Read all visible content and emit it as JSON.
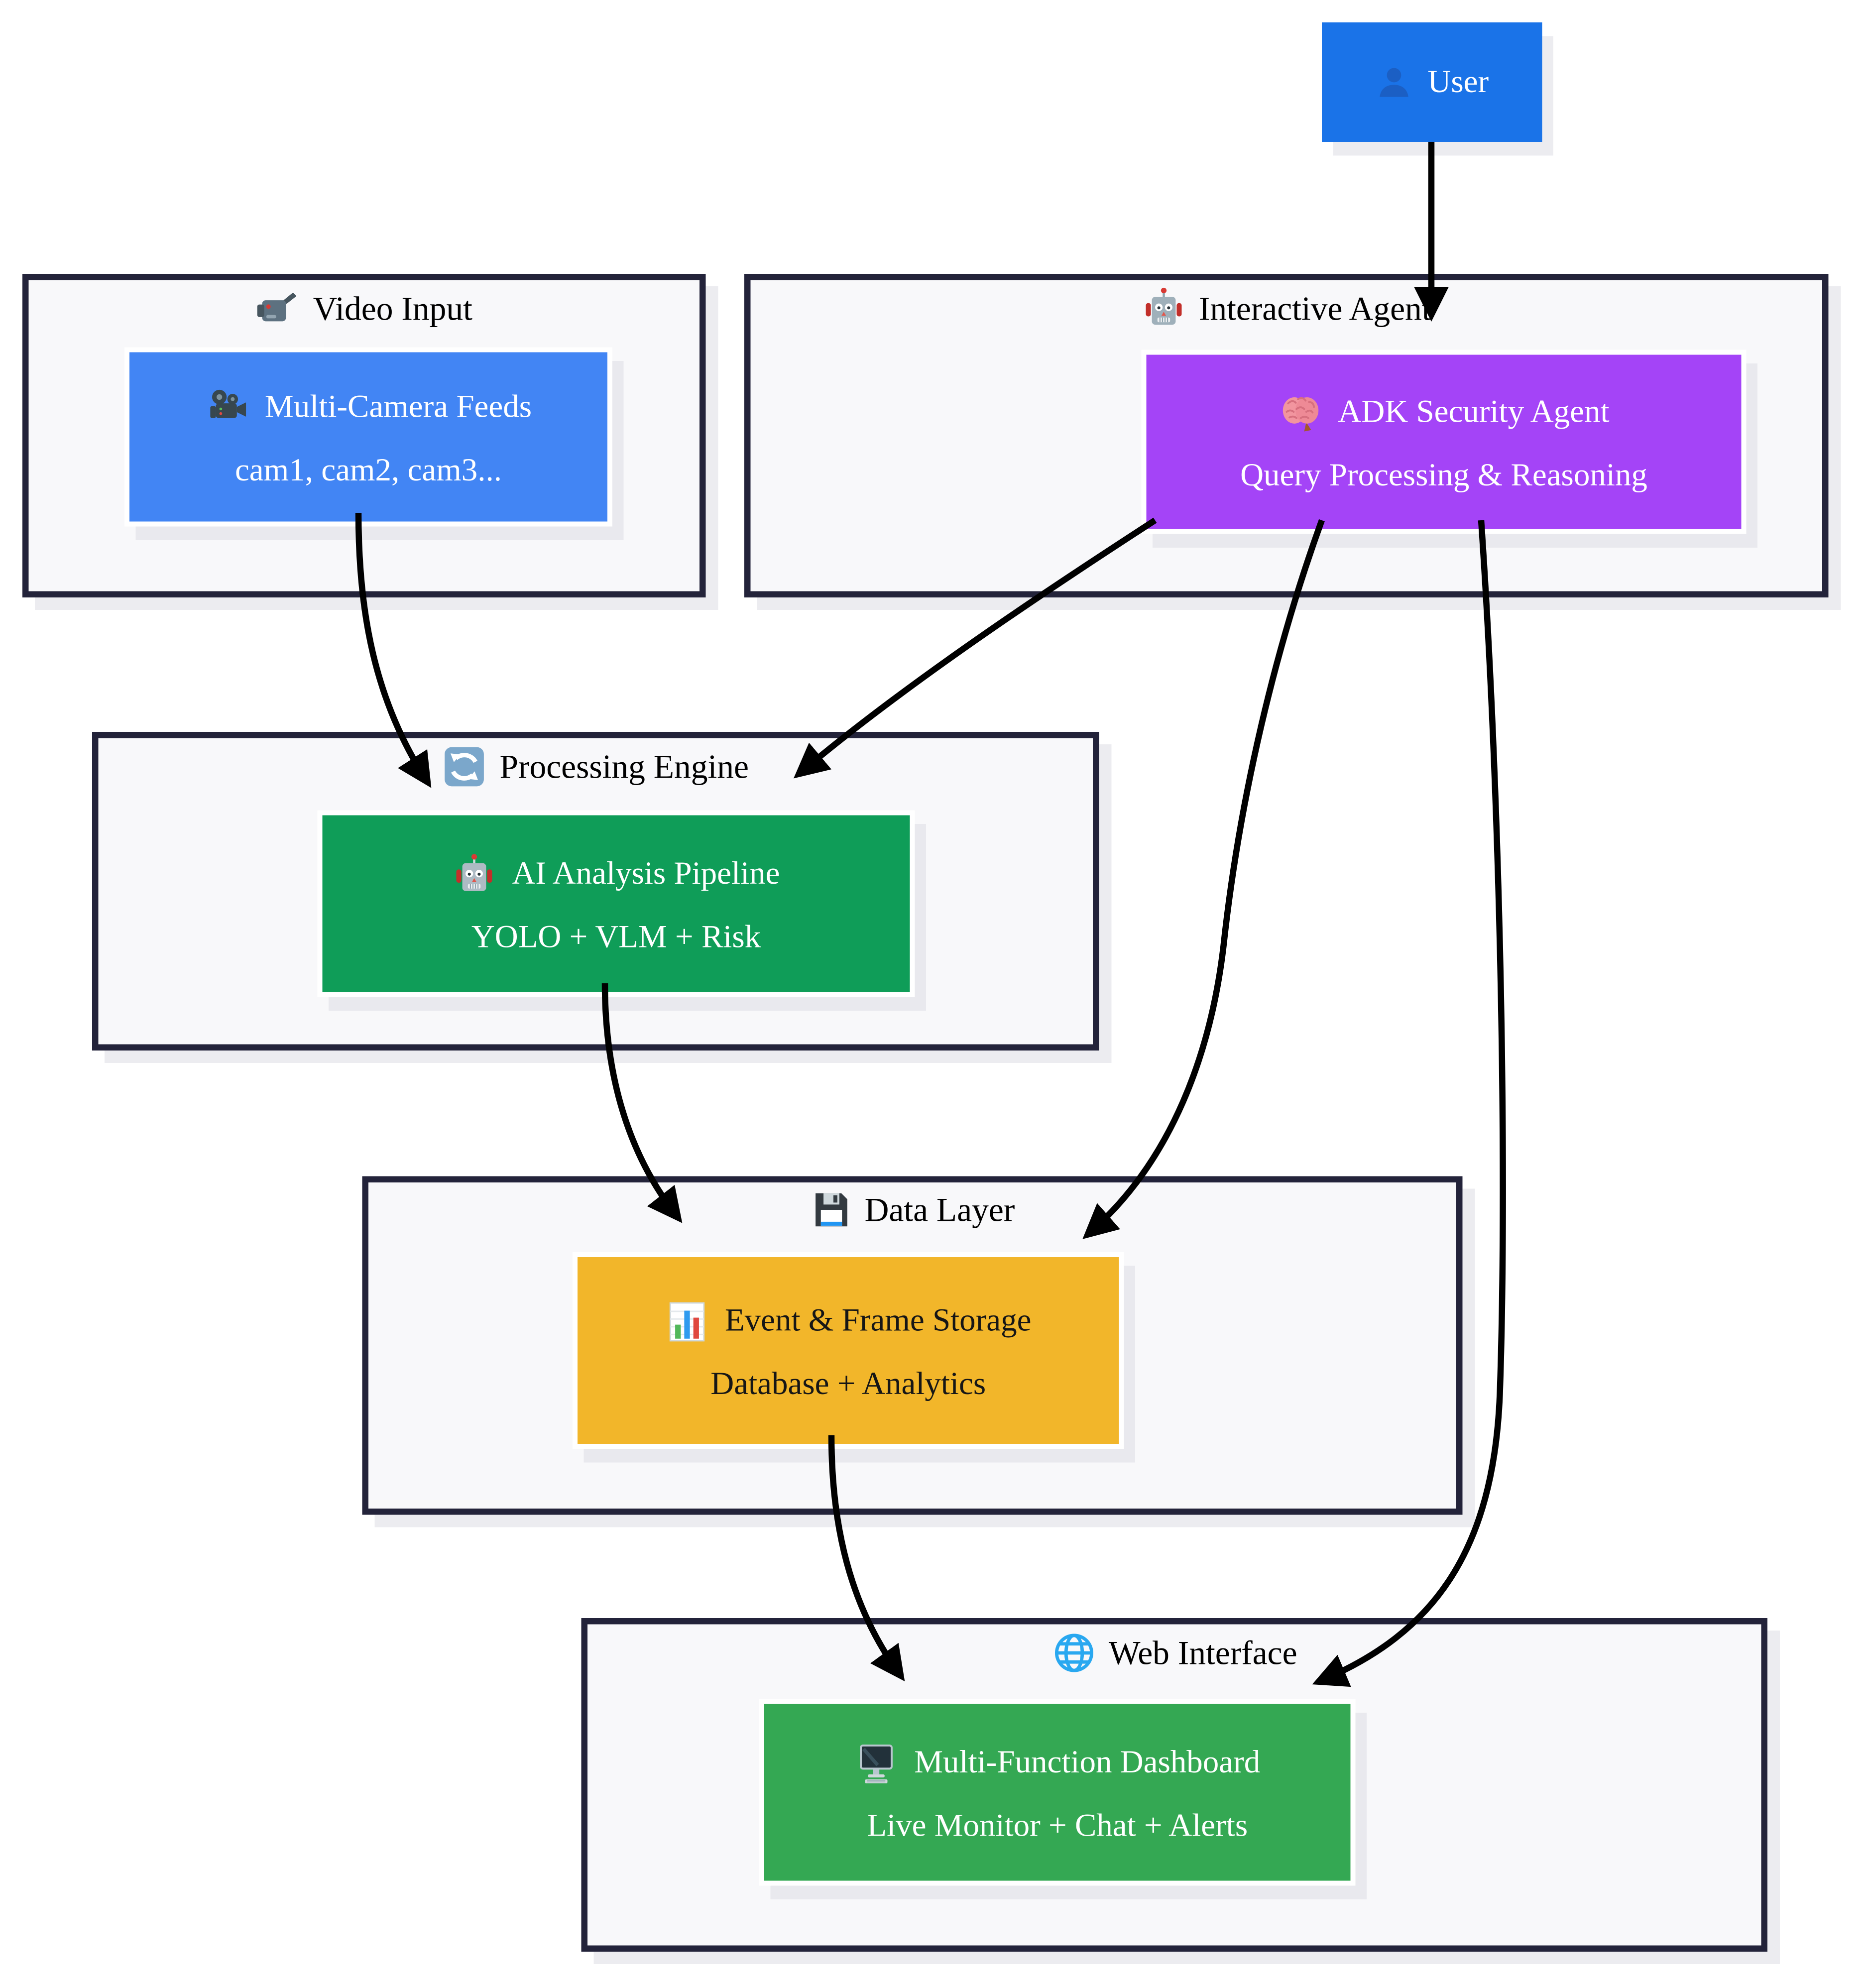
{
  "diagram": {
    "type": "flowchart",
    "direction": "top-down",
    "containers": {
      "video_input": {
        "title": "Video Input",
        "icon": "video-camera-icon"
      },
      "interactive_agent": {
        "title": "Interactive Agent",
        "icon": "robot-icon"
      },
      "processing_engine": {
        "title": "Processing Engine",
        "icon": "refresh-arrows-icon"
      },
      "data_layer": {
        "title": "Data Layer",
        "icon": "floppy-disk-icon"
      },
      "web_interface": {
        "title": "Web Interface",
        "icon": "globe-icon"
      }
    },
    "nodes": {
      "user": {
        "label": "User",
        "icon": "user-silhouette-icon",
        "fill": "#1a73e8",
        "text_color": "#ffffff"
      },
      "camera_feeds": {
        "line1": "Multi-Camera Feeds",
        "line2": "cam1, cam2, cam3...",
        "icon": "movie-camera-icon",
        "fill": "#4285f4",
        "text_color": "#ffffff"
      },
      "adk_agent": {
        "line1": "ADK Security Agent",
        "line2": "Query Processing & Reasoning",
        "icon": "brain-icon",
        "fill": "#a444f7",
        "text_color": "#ffffff"
      },
      "ai_pipeline": {
        "line1": "AI Analysis Pipeline",
        "line2": "YOLO + VLM + Risk",
        "icon": "robot-icon",
        "fill": "#0f9d58",
        "text_color": "#ffffff"
      },
      "event_storage": {
        "line1": "Event & Frame Storage",
        "line2": "Database + Analytics",
        "icon": "bar-chart-icon",
        "fill": "#f2b62a",
        "text_color": "#161616"
      },
      "dashboard": {
        "line1": "Multi-Function Dashboard",
        "line2": "Live Monitor + Chat + Alerts",
        "icon": "desktop-computer-icon",
        "fill": "#34a853",
        "text_color": "#ffffff"
      }
    },
    "edges": [
      {
        "from": "user",
        "to": "adk_agent"
      },
      {
        "from": "camera_feeds",
        "to": "ai_pipeline"
      },
      {
        "from": "adk_agent",
        "to": "ai_pipeline"
      },
      {
        "from": "adk_agent",
        "to": "event_storage"
      },
      {
        "from": "ai_pipeline",
        "to": "event_storage"
      },
      {
        "from": "event_storage",
        "to": "dashboard"
      },
      {
        "from": "adk_agent",
        "to": "dashboard"
      }
    ],
    "colors": {
      "container_border": "#23233a",
      "container_background": "#f8f8fa",
      "edge": "#000000",
      "shadow": "#ececf0",
      "page_background": "#ffffff"
    }
  }
}
